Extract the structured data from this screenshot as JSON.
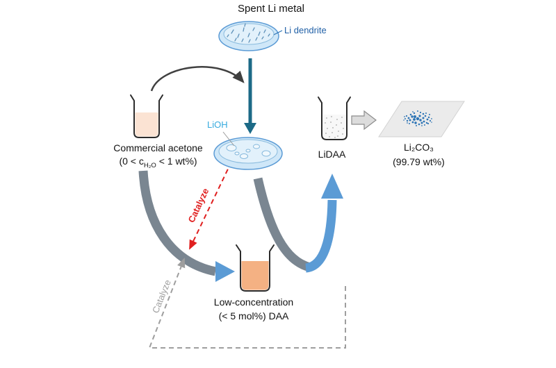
{
  "labels": {
    "title": "Spent Li metal",
    "li_dendrite": "Li dendrite",
    "acetone_line1": "Commercial acetone",
    "acetone_l2_pre": "(0 < c",
    "acetone_l2_sub": "H₂O",
    "acetone_l2_post": " < 1 wt%)",
    "lioh": "LiOH",
    "lidaa": "LiDAA",
    "li2co3_line1": "Li₂CO₃",
    "li2co3_line2": "(99.79 wt%)",
    "daa_line1": "Low-concentration",
    "daa_line2": "(< 5 mol%) DAA",
    "catalyze_red": "Catalyze",
    "catalyze_gray": "Catalyze"
  },
  "colors": {
    "teal_arrow": "#1c6a87",
    "blue_accent": "#5b9bd5",
    "gray_arrow": "#7a8691",
    "red_catalyze": "#e01f1f",
    "gray_dashed": "#9e9e9e",
    "dish_fill": "#cfe7f8",
    "dish_stroke": "#5b9bd5",
    "acetone_liquid": "#fbe3d3",
    "daa_liquid": "#f4b183",
    "lidaa_liquid": "#f8f8f8",
    "lioh_label": "#35aade",
    "li_dendrite_label": "#1f5fa6",
    "li2co3_scatter": "#2e75b6"
  }
}
